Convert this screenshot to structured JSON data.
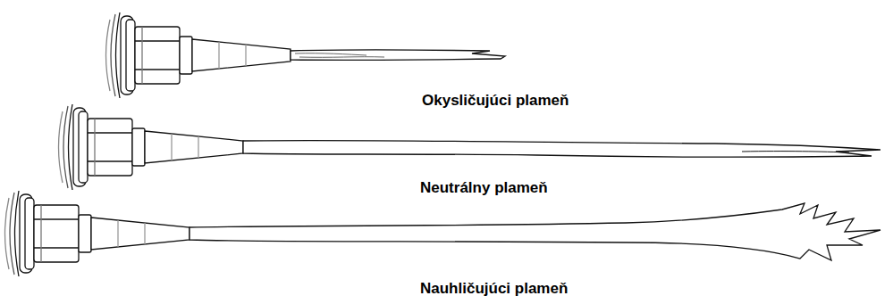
{
  "diagram": {
    "labels": [
      "Okysličujúci plameň",
      "Neutrálny plameň",
      "Nauhličujúci plameň"
    ]
  }
}
